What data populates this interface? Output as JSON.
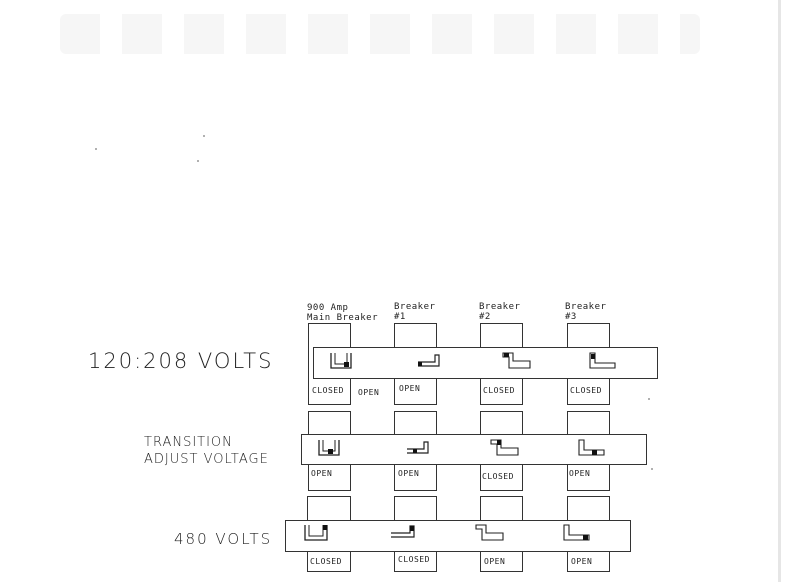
{
  "columns": [
    {
      "header_line1": "900 Amp",
      "header_line2": "Main Breaker"
    },
    {
      "header_line1": "Breaker",
      "header_line2": "#1"
    },
    {
      "header_line1": "Breaker",
      "header_line2": "#2"
    },
    {
      "header_line1": "Breaker",
      "header_line2": "#3"
    }
  ],
  "rows": [
    {
      "label_lines": [
        "120:208 VOLTS"
      ],
      "states": [
        "CLOSED",
        "OPEN",
        "CLOSED",
        "CLOSED"
      ],
      "extra_state": "OPEN",
      "symbols": [
        "cup-right-dot",
        "step-left-dot",
        "z-left-dot",
        "l-left-dot"
      ]
    },
    {
      "label_lines": [
        "TRANSITION",
        "ADJUST VOLTAGE"
      ],
      "states": [
        "OPEN",
        "OPEN",
        "CLOSED",
        "OPEN"
      ],
      "symbols": [
        "cup-center-dot",
        "step-left-dot",
        "z-right-dot",
        "l-right-dot"
      ]
    },
    {
      "label_lines": [
        "480 VOLTS"
      ],
      "states": [
        "CLOSED",
        "CLOSED",
        "OPEN",
        "OPEN"
      ],
      "symbols": [
        "cup-right-dot",
        "step-right-dot",
        "z-plain",
        "l-right-dot"
      ]
    }
  ]
}
